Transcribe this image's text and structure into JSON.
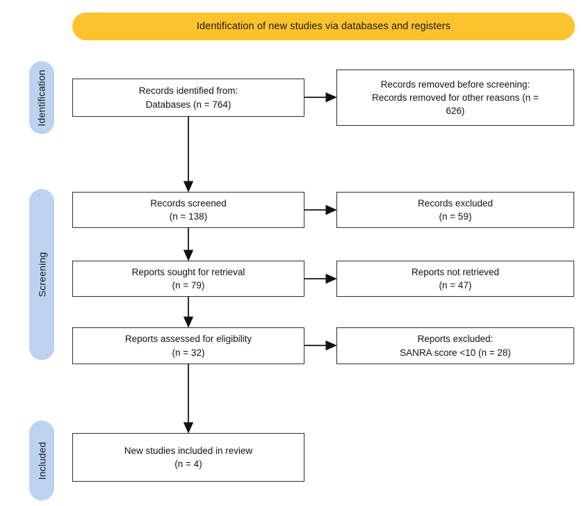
{
  "diagram": {
    "type": "prisma-flow-diagram",
    "title": "Identification of new studies via databases and registers",
    "colors": {
      "banner": "#FDC32E",
      "stage_pill": "#BDD2EF",
      "box_border": "#2B2B2B",
      "text": "#111111"
    }
  },
  "header": {
    "banner_text": "Identification of new studies via databases and registers"
  },
  "stages": [
    {
      "id": "identification",
      "label": "Identification"
    },
    {
      "id": "screening",
      "label": "Screening"
    },
    {
      "id": "included",
      "label": "Included"
    }
  ],
  "boxes": {
    "identified": {
      "text": "Records identified from:\nDatabases (n = 764)",
      "line1": "Records identified from:",
      "line2": "Databases (n = 764)",
      "n": 764
    },
    "removed_before_screening": {
      "text": "Records removed before screening:\nRecords removed for other reasons (n =\n626)",
      "line1": "Records removed before screening:",
      "line2": "Records removed for other reasons (n =",
      "line3": "626)",
      "n": 626
    },
    "records_screened": {
      "text": "Records screened\n(n = 138)",
      "line1": "Records screened",
      "line2": "(n = 138)",
      "n": 138
    },
    "records_excluded": {
      "text": "Records excluded\n(n = 59)",
      "line1": "Records excluded",
      "line2": "(n = 59)",
      "n": 59
    },
    "reports_sought": {
      "text": "Reports sought for retrieval\n(n = 79)",
      "line1": "Reports sought for retrieval",
      "line2": "(n = 79)",
      "n": 79
    },
    "reports_not_retrieved": {
      "text": "Reports not retrieved\n(n = 47)",
      "line1": "Reports not retrieved",
      "line2": "(n = 47)",
      "n": 47
    },
    "reports_assessed": {
      "text": "Reports assessed for eligibility\n(n = 32)",
      "line1": "Reports assessed for eligibility",
      "line2": "(n = 32)",
      "n": 32
    },
    "reports_excluded": {
      "text": "Reports excluded:\nSANRA score <10 (n = 28)",
      "line1": "Reports excluded:",
      "line2": "SANRA score <10 (n = 28)",
      "n": 28
    },
    "new_studies_included": {
      "text": "New studies included in review\n(n = 4)",
      "line1": "New studies included in review",
      "line2": "(n = 4)",
      "n": 4
    }
  },
  "flow": {
    "vertical_arrows": [
      {
        "from": "identified",
        "to": "records_screened"
      },
      {
        "from": "records_screened",
        "to": "reports_sought"
      },
      {
        "from": "reports_sought",
        "to": "reports_assessed"
      },
      {
        "from": "reports_assessed",
        "to": "new_studies_included"
      }
    ],
    "horizontal_arrows": [
      {
        "from": "identified",
        "to": "removed_before_screening"
      },
      {
        "from": "records_screened",
        "to": "records_excluded"
      },
      {
        "from": "reports_sought",
        "to": "reports_not_retrieved"
      },
      {
        "from": "reports_assessed",
        "to": "reports_excluded"
      }
    ]
  }
}
